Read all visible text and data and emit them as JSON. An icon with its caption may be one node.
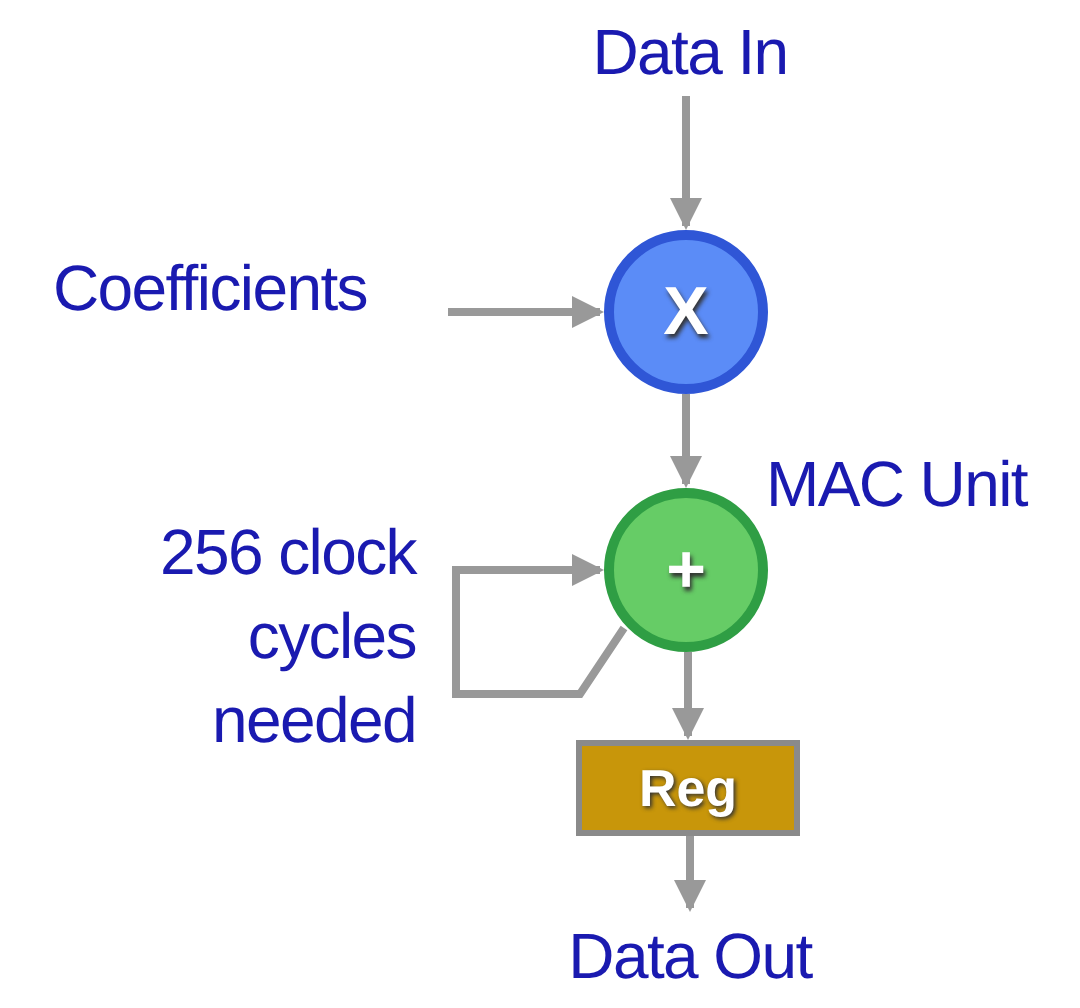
{
  "diagram": {
    "nodes": [
      {
        "text": [
          "Data In"
        ]
      },
      {
        "text": [
          "Coefficients"
        ]
      },
      {
        "text": [
          "X"
        ]
      },
      {
        "text": [
          "+"
        ],
        "beside": [
          "MAC Unit"
        ]
      },
      {
        "text": [
          "Reg"
        ]
      },
      {
        "text": [
          "Data Out"
        ]
      }
    ],
    "edges": [
      {
        "from": 0,
        "to": 2,
        "arrow": "to"
      },
      {
        "from": 1,
        "to": 2,
        "arrow": "to"
      },
      {
        "from": 2,
        "to": 3,
        "arrow": "to"
      },
      {
        "from": 3,
        "to": 3,
        "arrow": "to"
      },
      {
        "from": 3,
        "to": 4,
        "arrow": "to"
      },
      {
        "from": 4,
        "to": 5,
        "arrow": "to"
      }
    ],
    "labels": [
      "256 clock cycles needed"
    ]
  }
}
